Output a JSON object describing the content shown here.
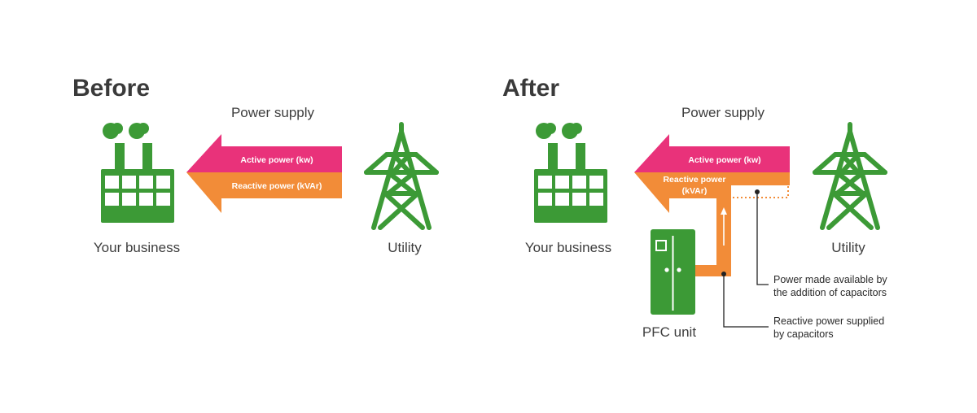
{
  "colors": {
    "green": "#3c9a36",
    "pink": "#e9327a",
    "orange": "#f28c38",
    "text": "#3d3d3d"
  },
  "before": {
    "title": "Before",
    "supply_label": "Power supply",
    "active_label": "Active power (kw)",
    "reactive_label": "Reactive power (kVAr)",
    "business_label": "Your business",
    "utility_label": "Utility"
  },
  "after": {
    "title": "After",
    "supply_label": "Power supply",
    "active_label": "Active power (kw)",
    "reactive_label_line1": "Reactive power",
    "reactive_label_line2": "(kVAr)",
    "business_label": "Your business",
    "utility_label": "Utility",
    "pfc_label": "PFC unit",
    "note_available_line1": "Power made available by",
    "note_available_line2": "the addition of capacitors",
    "note_supplied_line1": "Reactive power supplied",
    "note_supplied_line2": "by capacitors"
  },
  "icons": {
    "business": "factory-icon",
    "utility": "power-tower-icon",
    "pfc": "capacitor-cabinet-icon"
  }
}
